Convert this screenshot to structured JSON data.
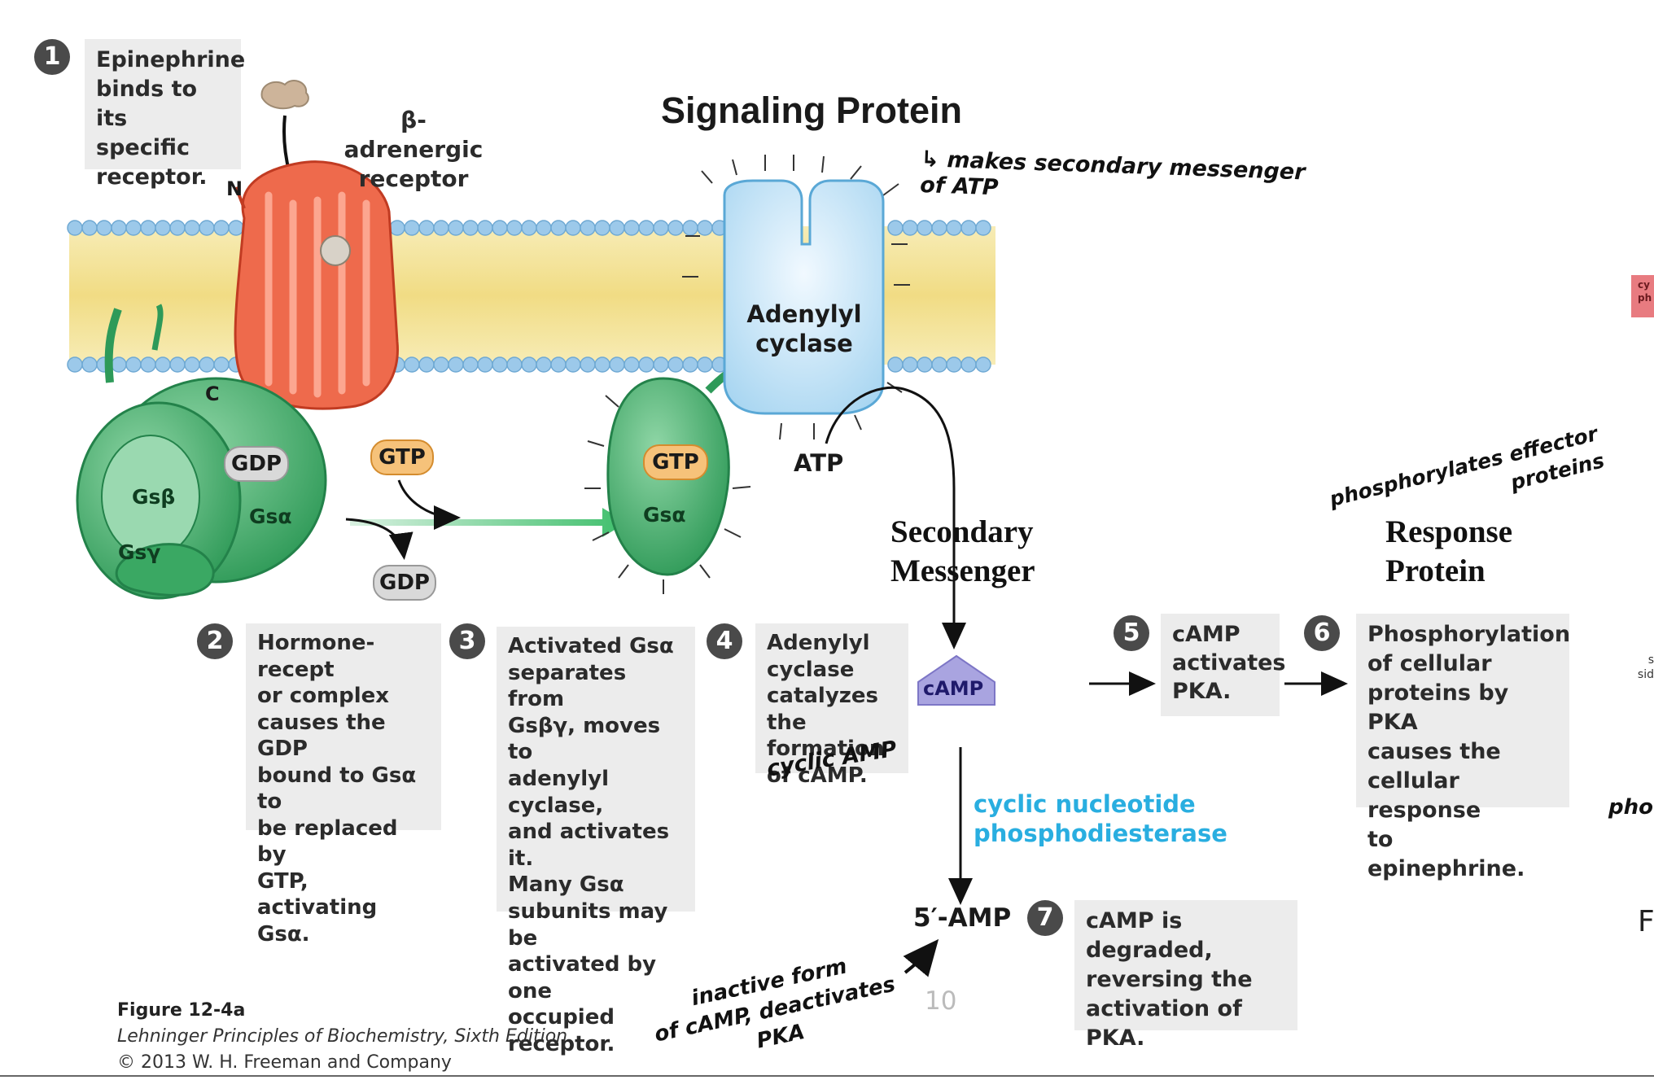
{
  "title": "Signaling Protein",
  "labels": {
    "beta_receptor": "β-adrenergic\nreceptor",
    "n_terminus": "N",
    "c_terminus": "C",
    "adenylyl_cyclase": "Adenylyl\ncyclase",
    "atp": "ATP",
    "gdp_bound": "GDP",
    "gdp_released": "GDP",
    "gtp_free": "GTP",
    "gtp_bound": "GTP",
    "gsb": "Gsβ",
    "gsa_left": "Gsα",
    "gsg": "Gsγ",
    "gsa_right": "Gsα",
    "camp": "cAMP",
    "five_amp": "5′-AMP",
    "enzyme": "cyclic nucleotide\nphosphodiesterase",
    "secondary_messenger": "Secondary\nMessenger",
    "response_protein": "Response\nProtein",
    "page_number": "10"
  },
  "steps": [
    {
      "num": "1",
      "text": "Epinephrine\nbinds to its\nspecific\nreceptor."
    },
    {
      "num": "2",
      "text": "Hormone-recept\nor complex\ncauses the GDP\nbound to Gsα to\nbe replaced by\nGTP, activating\nGsα."
    },
    {
      "num": "3",
      "text": "Activated Gsα\nseparates from\nGsβγ, moves to\nadenylyl cyclase,\nand activates it.\nMany Gsα\nsubunits may be\nactivated by one\noccupied\nreceptor."
    },
    {
      "num": "4",
      "text": "Adenylyl\ncyclase\ncatalyzes the\nformation\nof cAMP."
    },
    {
      "num": "5",
      "text": "cAMP\nactivates\nPKA."
    },
    {
      "num": "6",
      "text": "Phosphorylation\nof cellular\nproteins by PKA\ncauses the\ncellular response\nto epinephrine."
    },
    {
      "num": "7",
      "text": "cAMP is\ndegraded,\nreversing the\nactivation of PKA."
    }
  ],
  "handwriting": {
    "note_atp": "↳ makes secondary messenger\nof ATP",
    "note_cyclic": "cyclic AMP",
    "note_effector": "phosphorylates effector\nproteins",
    "note_inactive": "inactive form\nof cAMP, deactivates\nPKA"
  },
  "caption": {
    "figure": "Figure 12-4a",
    "book": "Lehninger Principles of Biochemistry, Sixth Edition",
    "copyright": "© 2013 W. H. Freeman and Company"
  },
  "cropped_right": {
    "frag_top": "cy\nph",
    "frag_mid": "s\nsid",
    "frag_low": "pho",
    "frag_bottom": "F"
  },
  "colors": {
    "membrane": "#f3e29a",
    "lipid_head": "#9cc9ea",
    "receptor": "#e8553a",
    "g_protein": "#3fae6a",
    "cyclase": "#cfe9f8",
    "gtp": "#f6c27a",
    "gdp": "#d9d9d9",
    "camp": "#a9a4e0",
    "enzyme_text": "#29aee0",
    "step_box": "#ececec"
  }
}
